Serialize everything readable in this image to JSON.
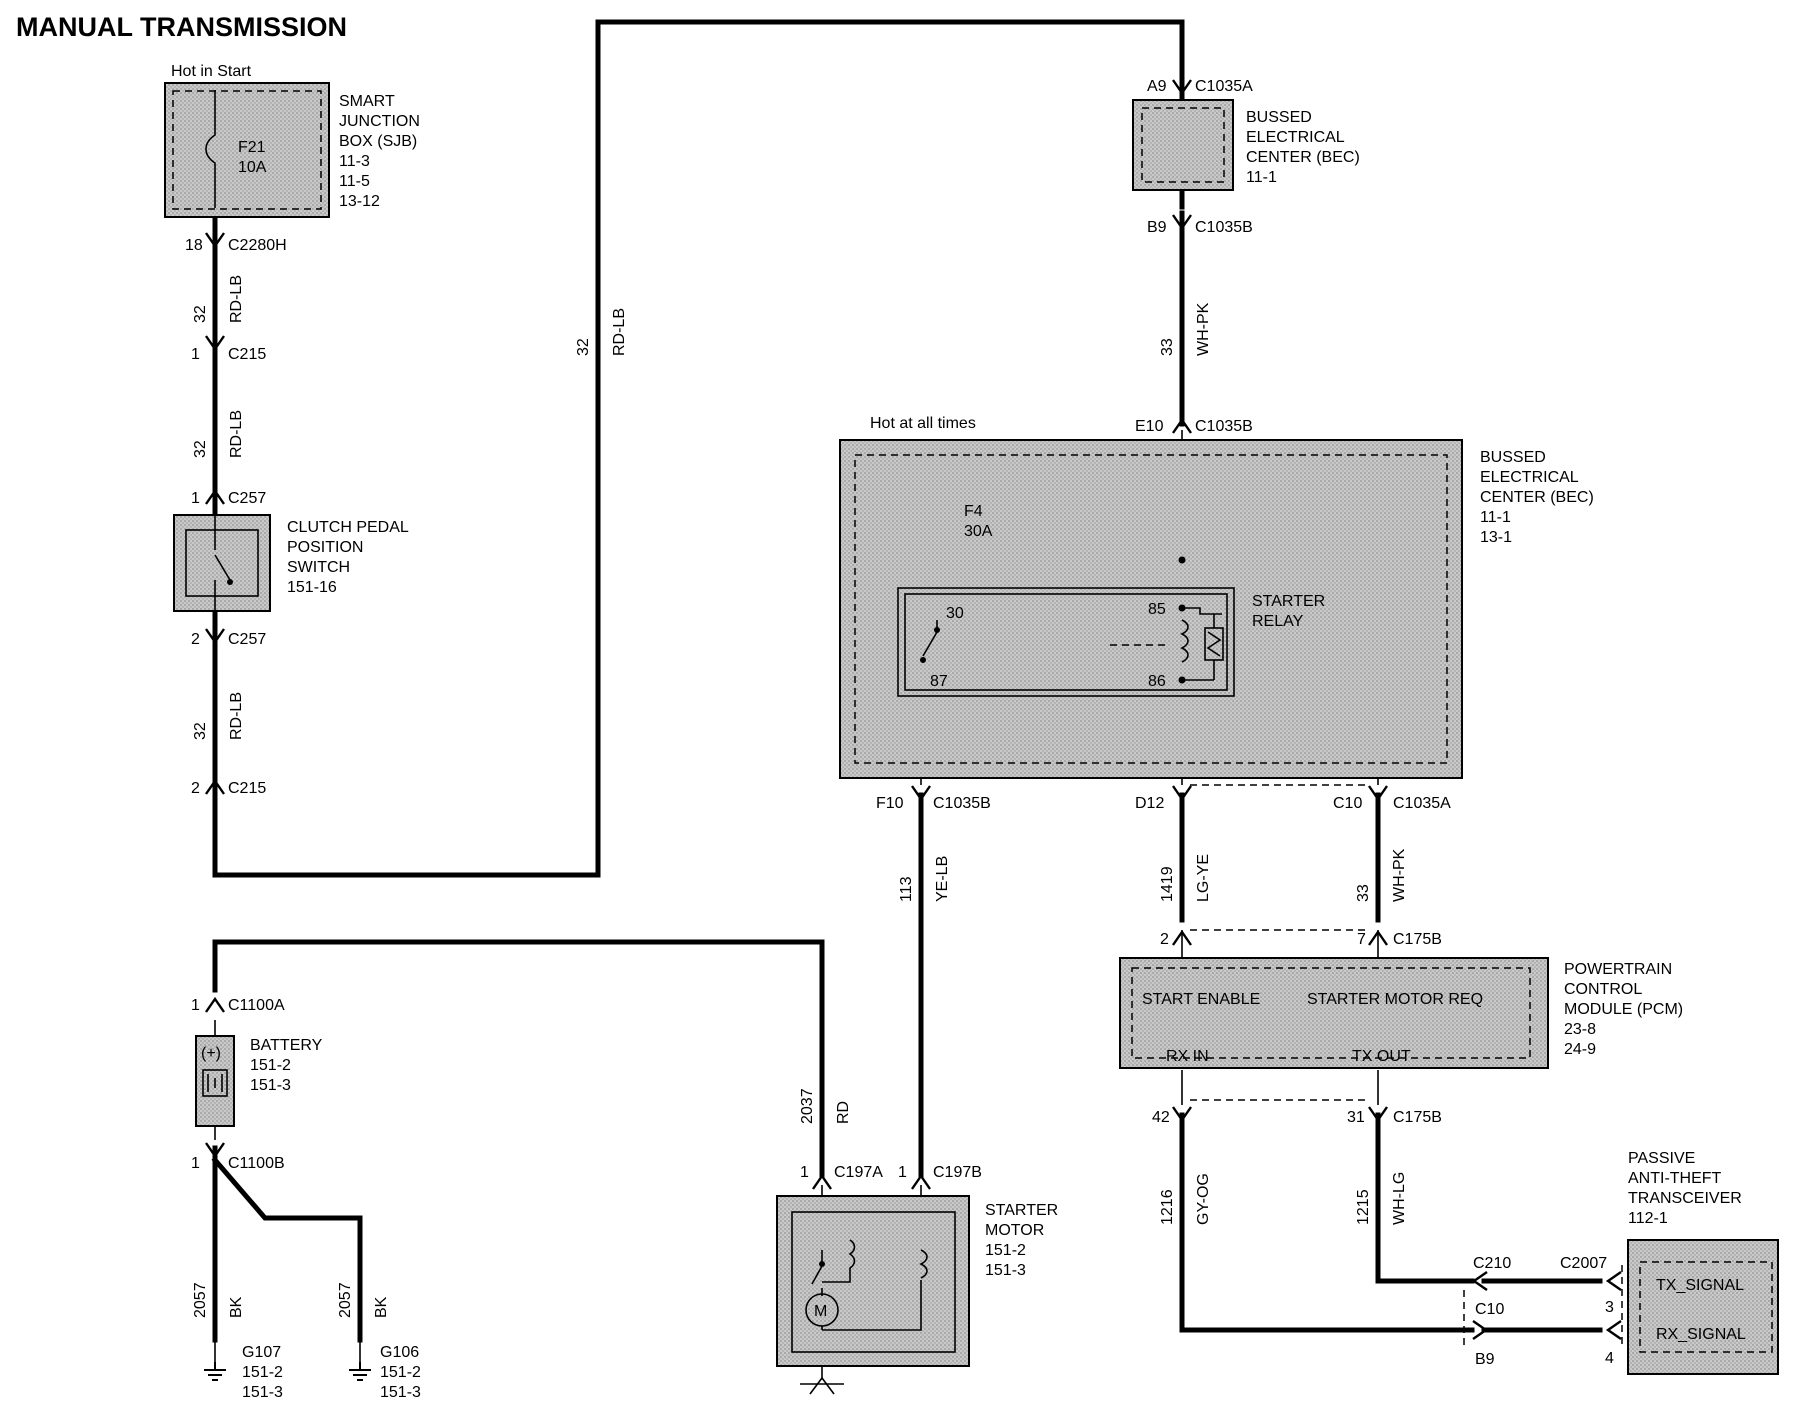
{
  "title": "MANUAL TRANSMISSION",
  "sjb": {
    "hot_label": "Hot in Start",
    "name": [
      "SMART",
      "JUNCTION",
      "BOX (SJB)",
      "11-3",
      "11-5",
      "13-12"
    ],
    "fuse": [
      "F21",
      "10A"
    ]
  },
  "clutch": {
    "name": [
      "CLUTCH PEDAL",
      "POSITION",
      "SWITCH",
      "151-16"
    ]
  },
  "bec_top": {
    "name": [
      "BUSSED",
      "ELECTRICAL",
      "CENTER (BEC)",
      "11-1"
    ]
  },
  "bec_main": {
    "hot_label": "Hot at all times",
    "name": [
      "BUSSED",
      "ELECTRICAL",
      "CENTER (BEC)",
      "11-1",
      "13-1"
    ],
    "fuse": [
      "F4",
      "30A"
    ],
    "relay_name": [
      "STARTER",
      "RELAY"
    ],
    "relay_pins": {
      "p30": "30",
      "p87": "87",
      "p85": "85",
      "p86": "86"
    }
  },
  "pcm": {
    "name": [
      "POWERTRAIN",
      "CONTROL",
      "MODULE (PCM)",
      "23-8",
      "24-9"
    ],
    "start_enable": "START ENABLE",
    "starter_motor_req": "STARTER MOTOR REQ",
    "rx_in": "RX IN",
    "tx_out": "TX OUT"
  },
  "battery": {
    "name": [
      "BATTERY",
      "151-2",
      "151-3"
    ],
    "plus": "(+)"
  },
  "starter": {
    "name": [
      "STARTER",
      "MOTOR",
      "151-2",
      "151-3"
    ],
    "motor_symbol": "M"
  },
  "pats": {
    "name": [
      "PASSIVE",
      "ANTI-THEFT",
      "TRANSCEIVER",
      "112-1"
    ],
    "tx_signal": "TX_SIGNAL",
    "rx_signal": "RX_SIGNAL"
  },
  "grounds": {
    "g107": [
      "G107",
      "151-2",
      "151-3"
    ],
    "g106": [
      "G106",
      "151-2",
      "151-3"
    ]
  },
  "connectors": {
    "c2280h_pin": "18",
    "c2280h": "C2280H",
    "c215a_pin": "1",
    "c215a": "C215",
    "c257a_pin": "1",
    "c257a": "C257",
    "c257b_pin": "2",
    "c257b": "C257",
    "c215b_pin": "2",
    "c215b": "C215",
    "c1035a_top_pin": "A9",
    "c1035a_top": "C1035A",
    "c1035b_top_pin": "B9",
    "c1035b_top": "C1035B",
    "e10_pin": "E10",
    "e10": "C1035B",
    "f10_pin": "F10",
    "f10": "C1035B",
    "d12_pin": "D12",
    "c10a_pin": "C10",
    "c10a": "C1035A",
    "c175b_p2": "2",
    "c175b_p7": "7",
    "c175b_top": "C175B",
    "c175b_p42": "42",
    "c175b_p31": "31",
    "c175b_bot": "C175B",
    "c1100a_pin": "1",
    "c1100a": "C1100A",
    "c1100b_pin": "1",
    "c1100b": "C1100B",
    "c197a_pin": "1",
    "c197a": "C197A",
    "c197b_pin": "1",
    "c197b": "C197B",
    "c210": "C210",
    "c10": "C10",
    "b9": "B9",
    "c2007": "C2007",
    "c2007_p3": "3",
    "c2007_p4": "4"
  },
  "wires": {
    "w1_num": "32",
    "w1_color": "RD-LB",
    "w2_num": "32",
    "w2_color": "RD-LB",
    "w3_num": "32",
    "w3_color": "RD-LB",
    "w4_num": "32",
    "w4_color": "RD-LB",
    "w5_num": "33",
    "w5_color": "WH-PK",
    "w6_num": "113",
    "w6_color": "YE-LB",
    "w7_num": "1419",
    "w7_color": "LG-YE",
    "w8_num": "33",
    "w8_color": "WH-PK",
    "w9_num": "1216",
    "w9_color": "GY-OG",
    "w10_num": "1215",
    "w10_color": "WH-LG",
    "w11_num": "2037",
    "w11_color": "RD",
    "w12_num": "2057",
    "w12_color": "BK",
    "w13_num": "2057",
    "w13_color": "BK"
  }
}
